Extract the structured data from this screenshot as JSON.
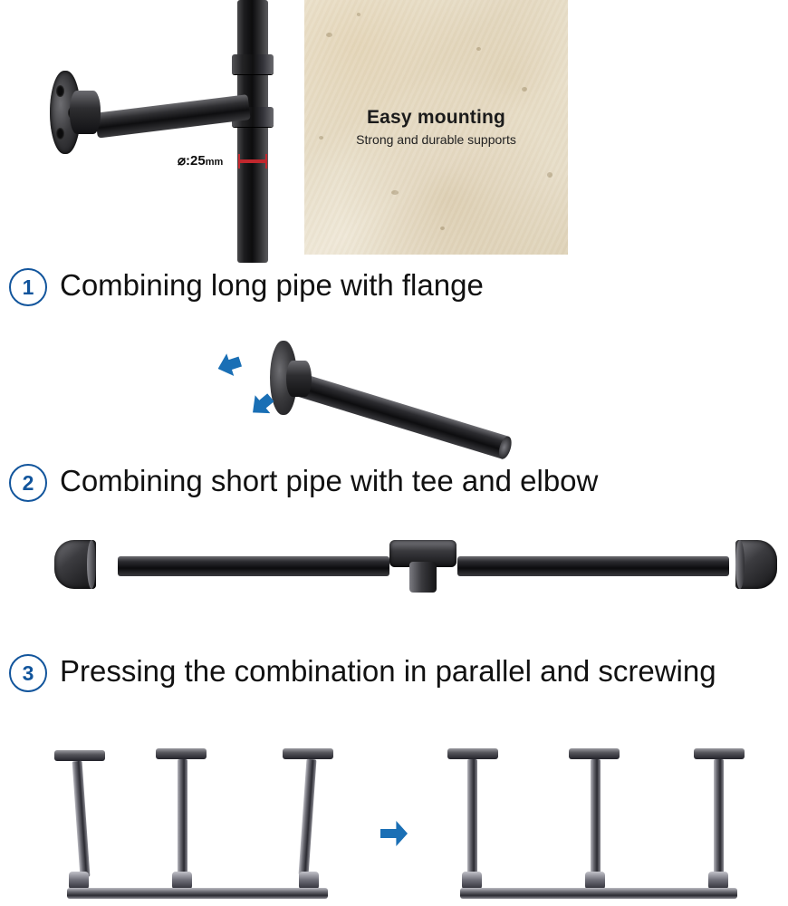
{
  "hero": {
    "dimension": {
      "symbol": "⌀:25",
      "unit": "mm",
      "full": "⌀:25mm"
    },
    "photo": {
      "headline": "Easy mounting",
      "subhead": "Strong and durable supports"
    }
  },
  "steps": [
    {
      "number": "1",
      "text": "Combining long pipe with flange"
    },
    {
      "number": "2",
      "text": "Combining short pipe with tee and elbow"
    },
    {
      "number": "3",
      "text": "Pressing the combination in parallel and screwing"
    }
  ],
  "colors": {
    "badge_blue": "#12559c",
    "arrow_blue": "#1a6fb5",
    "dimension_red": "#c0272d",
    "text": "#111111",
    "background": "#ffffff"
  },
  "icons": {
    "step1_arrow_a": "arrow-left-icon",
    "step1_arrow_b": "arrow-left-icon",
    "step3_arrow": "arrow-right-icon"
  }
}
